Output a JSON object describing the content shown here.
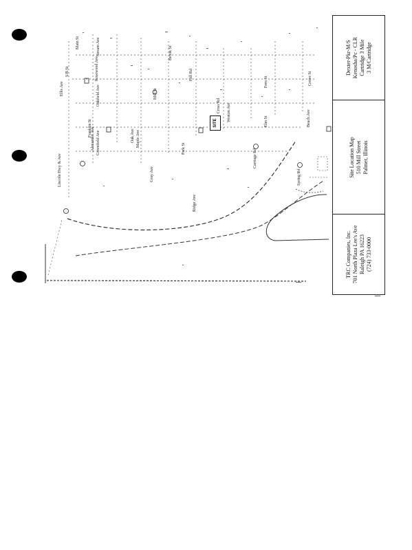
{
  "title_block": {
    "client": [
      "Dexter-Pkr-M/S",
      "Kenosha/Pc - CLR",
      "Cartridge 3 Mile",
      "3 M/Cartridge"
    ],
    "map_title": [
      "Site Location Map",
      "510 Mill Street",
      "Palmer, Illinois"
    ],
    "consultant": [
      "TRC Companies, Inc.",
      "701 North Plaza Lee's Ave",
      "Raleigh PA 16223",
      "(724) 733-0000"
    ]
  },
  "site_marker": "SITE",
  "map_labels": [
    "Lincoln Hwy & Ave",
    "Ellis Ave",
    "S/B St",
    "Alexander Ave",
    "Maple Ave",
    "Mill St",
    "Park St",
    "Ridge Ave",
    "Gray Ave",
    "Cross Rd",
    "Weston Ave",
    "Carriage Rd",
    "Spring Rd",
    "Elm St",
    "Fern St",
    "Beach Ave",
    "Grove St",
    "Oak Ave",
    "Stream Ave",
    "Rosewood Ave",
    "Oakfield Ave",
    "Greenfield Ave",
    "Brook St",
    "Hill Rd",
    "Main St",
    "Franklin St"
  ]
}
